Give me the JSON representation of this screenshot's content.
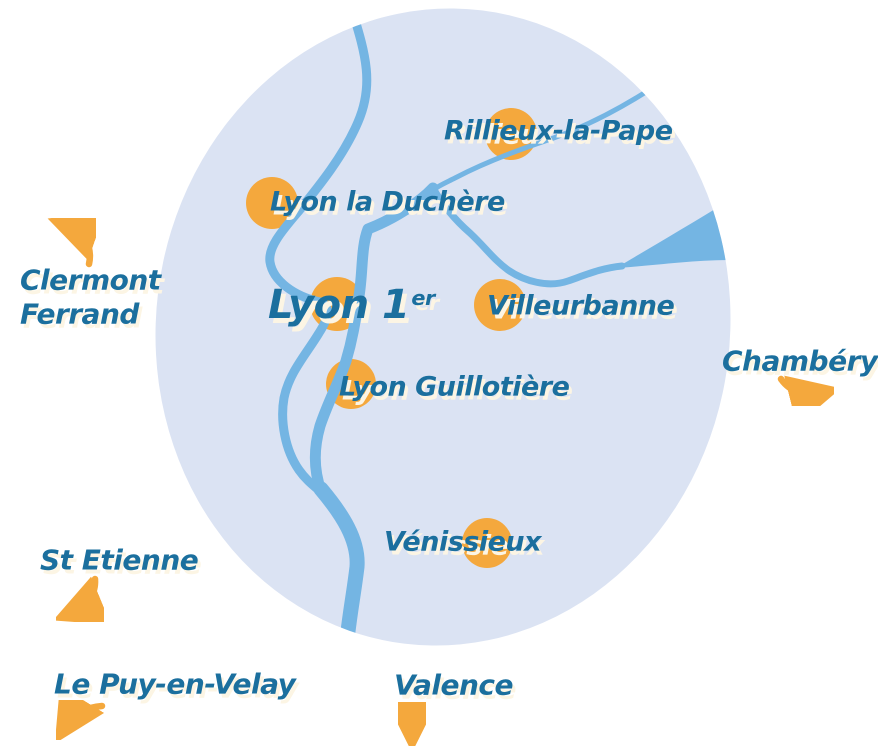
{
  "colors": {
    "background": "#ffffff",
    "map_fill": "#dbe3f3",
    "river_blue": "#74b5e3",
    "marker_orange": "#f4a83d",
    "label_blue": "#1b6f9e",
    "label_shadow_cream": "#fcf5e4"
  },
  "map": {
    "locations": [
      {
        "label": "Rillieux-la-Pape"
      },
      {
        "label": "Lyon la Duchère"
      },
      {
        "label": "Lyon 1",
        "superscript": "er"
      },
      {
        "label": "Villeurbanne"
      },
      {
        "label": "Lyon Guillotière"
      },
      {
        "label": "Vénissieux"
      }
    ]
  },
  "outside_cities": [
    {
      "label": "Clermont\nFerrand",
      "arrow_direction": "up-left"
    },
    {
      "label": "Chambéry",
      "arrow_direction": "right"
    },
    {
      "label": "St Etienne",
      "arrow_direction": "down-left"
    },
    {
      "label": "Le Puy-en-Velay",
      "arrow_direction": "down-left"
    },
    {
      "label": "Valence",
      "arrow_direction": "down"
    }
  ]
}
